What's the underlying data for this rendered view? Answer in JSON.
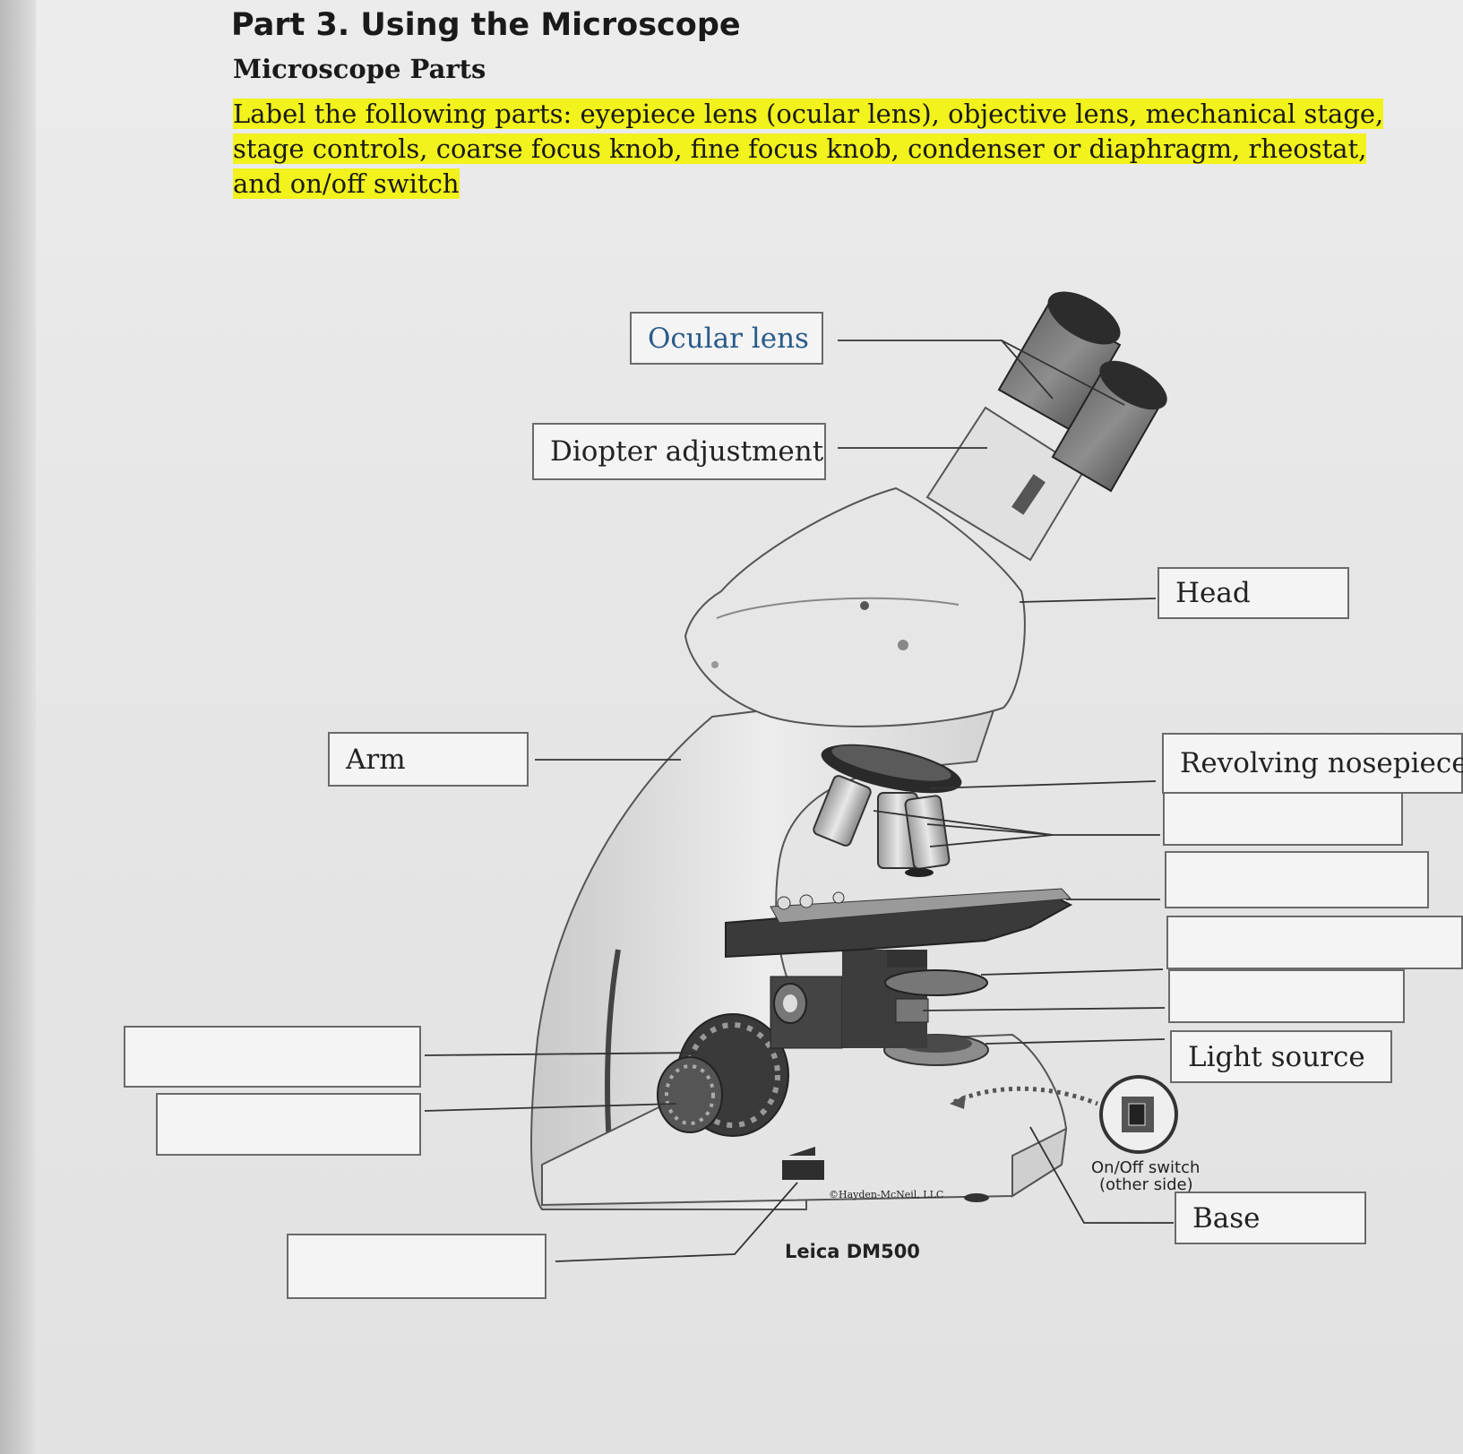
{
  "heading": "Part 3. Using the Microscope",
  "subheading": "Microscope Parts",
  "instruction": "Label the following parts: eyepiece lens (ocular lens), objective lens, mechanical stage, stage controls, coarse focus knob, fine focus knob,  condenser or diaphragm, rheostat, and on/off switch",
  "labels": {
    "ocular": "Ocular lens",
    "diopter": "Diopter adjustment",
    "head": "Head",
    "arm": "Arm",
    "nosepiece": "Revolving nosepiece",
    "light": "Light source",
    "base": "Base",
    "blank": ""
  },
  "switch_caption_line1": "On/Off switch",
  "switch_caption_line2": "(other side)",
  "copyright": "©Hayden-McNeil, LLC",
  "model": "Leica DM500"
}
